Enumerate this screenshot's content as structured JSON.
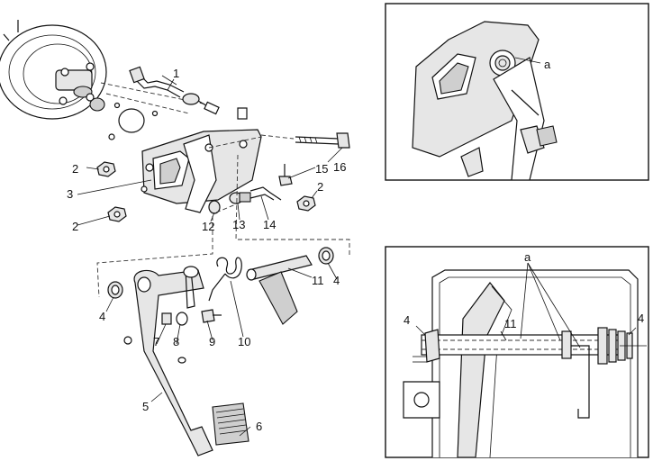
{
  "main_view": {
    "callouts": [
      {
        "id": "c1",
        "text": "1"
      },
      {
        "id": "c2a",
        "text": "2"
      },
      {
        "id": "c2b",
        "text": "2"
      },
      {
        "id": "c2c",
        "text": "2"
      },
      {
        "id": "c3",
        "text": "3"
      },
      {
        "id": "c4a",
        "text": "4"
      },
      {
        "id": "c4b",
        "text": "4"
      },
      {
        "id": "c5",
        "text": "5"
      },
      {
        "id": "c6",
        "text": "6"
      },
      {
        "id": "c7",
        "text": "7"
      },
      {
        "id": "c8",
        "text": "8"
      },
      {
        "id": "c9",
        "text": "9"
      },
      {
        "id": "c10",
        "text": "10"
      },
      {
        "id": "c11",
        "text": "11"
      },
      {
        "id": "c12",
        "text": "12"
      },
      {
        "id": "c13",
        "text": "13"
      },
      {
        "id": "c14",
        "text": "14"
      },
      {
        "id": "c15",
        "text": "15"
      },
      {
        "id": "c16",
        "text": "16"
      }
    ]
  },
  "detail_top": {
    "callouts": [
      {
        "id": "ta",
        "text": "a"
      }
    ]
  },
  "detail_bottom": {
    "callouts": [
      {
        "id": "ba",
        "text": "a"
      },
      {
        "id": "b4l",
        "text": "4"
      },
      {
        "id": "b11",
        "text": "11"
      },
      {
        "id": "b4r",
        "text": "4"
      }
    ]
  }
}
